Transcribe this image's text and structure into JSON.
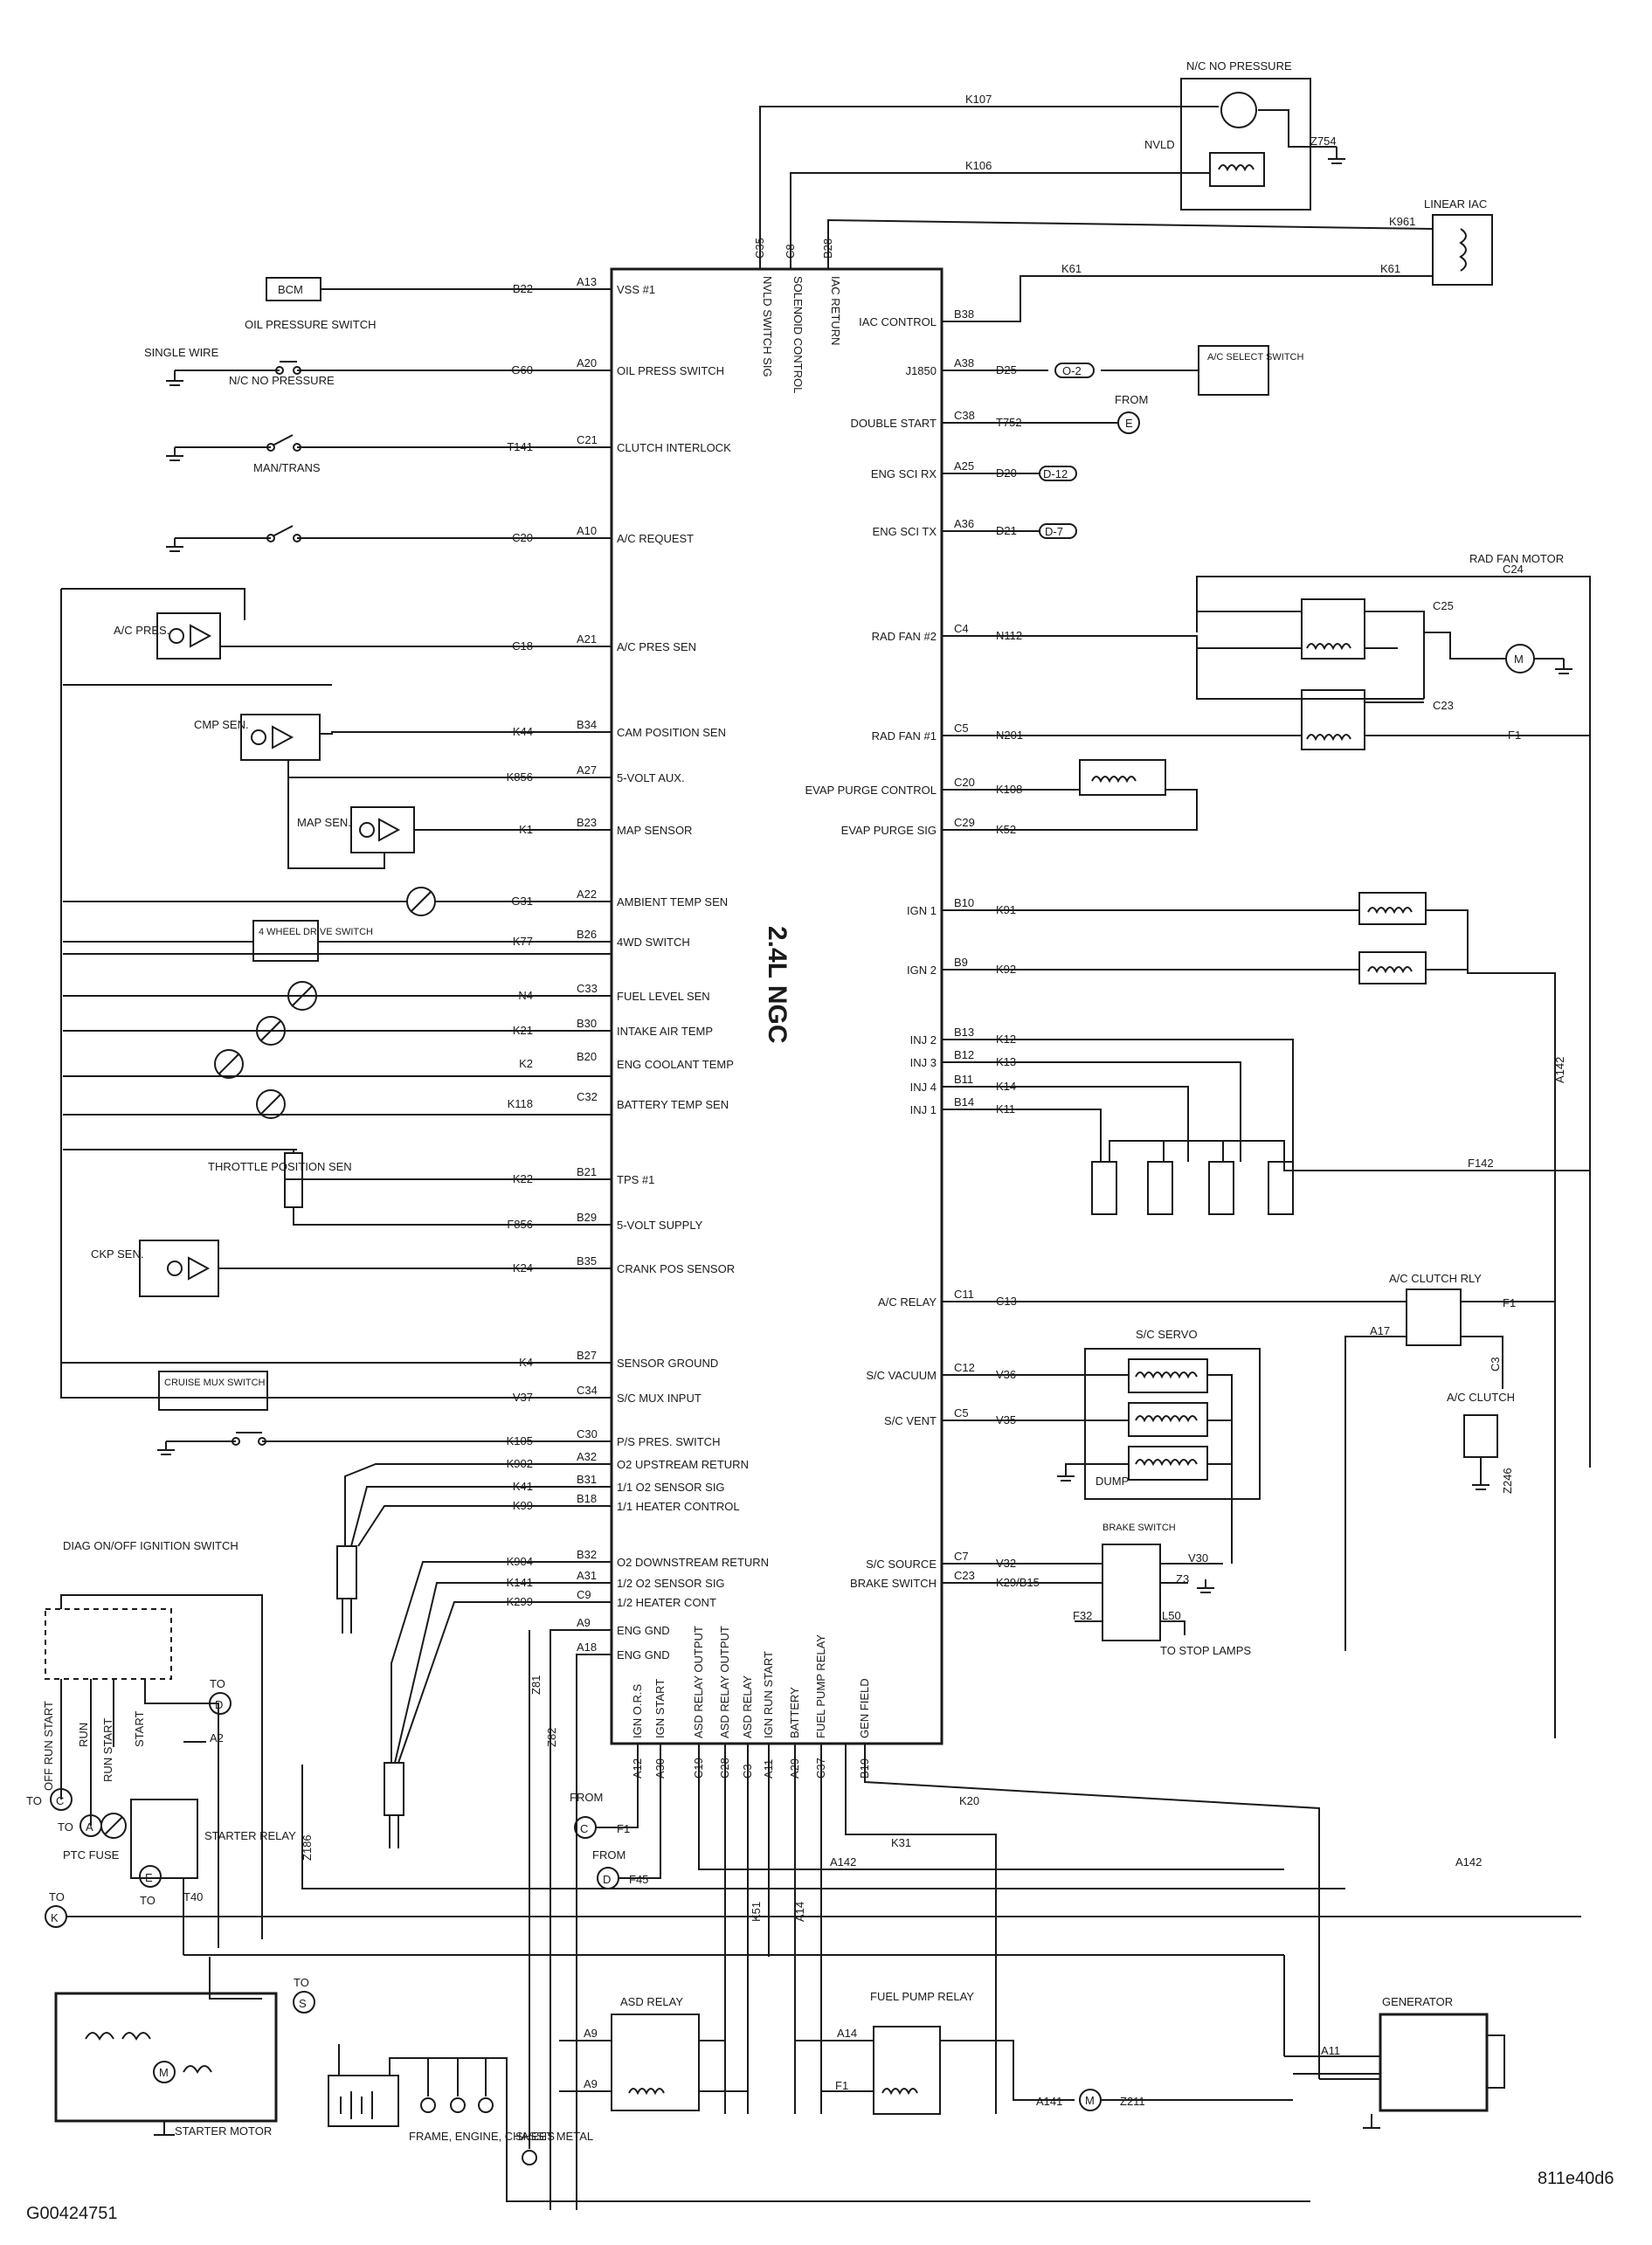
{
  "pcm": {
    "title": "2.4L NGC",
    "left_pins": [
      {
        "cav": "A13",
        "wire": "B22",
        "func": "VSS #1"
      },
      {
        "cav": "A20",
        "wire": "G60",
        "func": "OIL PRESS SWITCH"
      },
      {
        "cav": "C21",
        "wire": "T141",
        "func": "CLUTCH INTERLOCK"
      },
      {
        "cav": "A10",
        "wire": "C20",
        "func": "A/C REQUEST"
      },
      {
        "cav": "A21",
        "wire": "C18",
        "func": "A/C PRES SEN"
      },
      {
        "cav": "B34",
        "wire": "K44",
        "func": "CAM POSITION SEN"
      },
      {
        "cav": "A27",
        "wire": "K856",
        "func": "5-VOLT AUX."
      },
      {
        "cav": "B23",
        "wire": "K1",
        "func": "MAP SENSOR"
      },
      {
        "cav": "A22",
        "wire": "G31",
        "func": "AMBIENT TEMP SEN"
      },
      {
        "cav": "B26",
        "wire": "K77",
        "func": "4WD SWITCH"
      },
      {
        "cav": "C33",
        "wire": "N4",
        "func": "FUEL LEVEL SEN"
      },
      {
        "cav": "B30",
        "wire": "K21",
        "func": "INTAKE AIR TEMP"
      },
      {
        "cav": "B20",
        "wire": "K2",
        "func": "ENG COOLANT TEMP"
      },
      {
        "cav": "C32",
        "wire": "K118",
        "func": "BATTERY TEMP SEN"
      },
      {
        "cav": "B21",
        "wire": "K22",
        "func": "TPS #1"
      },
      {
        "cav": "B29",
        "wire": "F856",
        "func": "5-VOLT SUPPLY"
      },
      {
        "cav": "B35",
        "wire": "K24",
        "func": "CRANK POS SENSOR"
      },
      {
        "cav": "B27",
        "wire": "K4",
        "func": "SENSOR GROUND"
      },
      {
        "cav": "C34",
        "wire": "V37",
        "func": "S/C MUX INPUT"
      },
      {
        "cav": "C30",
        "wire": "K105",
        "func": "P/S PRES. SWITCH"
      },
      {
        "cav": "A32",
        "wire": "K902",
        "func": "O2 UPSTREAM RETURN"
      },
      {
        "cav": "B31",
        "wire": "K41",
        "func": "1/1 O2 SENSOR SIG"
      },
      {
        "cav": "B18",
        "wire": "K99",
        "func": "1/1 HEATER CONTROL"
      },
      {
        "cav": "B32",
        "wire": "K904",
        "func": "O2 DOWNSTREAM RETURN"
      },
      {
        "cav": "A31",
        "wire": "K141",
        "func": "1/2 O2 SENSOR SIG"
      },
      {
        "cav": "C9",
        "wire": "K299",
        "func": "1/2 HEATER CONT"
      },
      {
        "cav": "A9",
        "wire": "",
        "func": "ENG GND"
      },
      {
        "cav": "A18",
        "wire": "",
        "func": "ENG GND"
      }
    ],
    "right_pins": [
      {
        "cav": "B38",
        "wire": "",
        "func": "IAC CONTROL"
      },
      {
        "cav": "A38",
        "wire": "D25",
        "func": "J1850"
      },
      {
        "cav": "C38",
        "wire": "T752",
        "func": "DOUBLE START"
      },
      {
        "cav": "A25",
        "wire": "D20",
        "func": "ENG SCI RX"
      },
      {
        "cav": "A36",
        "wire": "D21",
        "func": "ENG SCI TX"
      },
      {
        "cav": "C4",
        "wire": "N112",
        "func": "RAD FAN #2"
      },
      {
        "cav": "C5",
        "wire": "N201",
        "func": "RAD FAN #1"
      },
      {
        "cav": "C20",
        "wire": "K108",
        "func": "EVAP PURGE CONTROL"
      },
      {
        "cav": "C29",
        "wire": "K52",
        "func": "EVAP PURGE SIG"
      },
      {
        "cav": "B10",
        "wire": "K91",
        "func": "IGN 1"
      },
      {
        "cav": "B9",
        "wire": "K92",
        "func": "IGN 2"
      },
      {
        "cav": "B13",
        "wire": "K12",
        "func": "INJ 2"
      },
      {
        "cav": "B12",
        "wire": "K13",
        "func": "INJ 3"
      },
      {
        "cav": "B11",
        "wire": "K14",
        "func": "INJ 4"
      },
      {
        "cav": "B14",
        "wire": "K11",
        "func": "INJ 1"
      },
      {
        "cav": "C11",
        "wire": "C13",
        "func": "A/C RELAY"
      },
      {
        "cav": "C12",
        "wire": "V36",
        "func": "S/C VACUUM"
      },
      {
        "cav": "C5",
        "wire": "V35",
        "func": "S/C VENT"
      },
      {
        "cav": "C7",
        "wire": "V32",
        "func": "S/C SOURCE"
      },
      {
        "cav": "C23",
        "wire": "K29/B15",
        "func": "BRAKE SWITCH"
      }
    ],
    "top_pins": [
      {
        "cav": "C35",
        "func": "NVLD SWITCH SIG"
      },
      {
        "cav": "C8",
        "func": "SOLENOID CONTROL"
      },
      {
        "cav": "B28",
        "func": "IAC RETURN"
      }
    ],
    "bottom_pins": [
      {
        "cav": "A12",
        "func": "IGN O.R.S"
      },
      {
        "cav": "A30",
        "func": "IGN START"
      },
      {
        "cav": "C19",
        "func": "ASD RELAY OUTPUT"
      },
      {
        "cav": "C28",
        "func": "ASD RELAY OUTPUT"
      },
      {
        "cav": "C3",
        "func": "ASD RELAY"
      },
      {
        "cav": "A11",
        "func": "IGN RUN START"
      },
      {
        "cav": "A29",
        "func": "BATTERY"
      },
      {
        "cav": "C37",
        "func": "FUEL PUMP RELAY"
      },
      {
        "cav": "B19",
        "func": "GEN FIELD"
      }
    ]
  },
  "components": {
    "bcm": "BCM",
    "nvld_title": "N/C NO PRESSURE",
    "nvld": "NVLD",
    "z754": "Z754",
    "linear_iac": "LINEAR IAC",
    "oil_switch": "OIL PRESSURE SWITCH",
    "single_wire": "SINGLE WIRE",
    "nc_no_pressure": "N/C NO PRESSURE",
    "man_trans": "MAN/TRANS",
    "ac_pres": "A/C PRES.",
    "cmp_sen": "CMP SEN.",
    "map_sen": "MAP SEN.",
    "four_wd": "4 WHEEL DRIVE SWITCH",
    "throttle": "THROTTLE POSITION SEN",
    "ckp_sen": "CKP SEN.",
    "cruise_mux": "CRUISE MUX SWITCH",
    "ac_select": "A/C SELECT SWITCH",
    "from": "FROM",
    "conn_e": "E",
    "conn_d12": "D-12",
    "conn_d7": "D-7",
    "conn_o2": "O-2",
    "rad_fan_motor": "RAD FAN MOTOR",
    "c24": "C24",
    "c25": "C25",
    "c23": "C23",
    "f1": "F1",
    "a142": "A142",
    "f142": "F142",
    "ac_clutch_rly": "A/C CLUTCH RLY",
    "a17": "A17",
    "c3": "C3",
    "ac_clutch": "A/C CLUTCH",
    "z246": "Z246",
    "sc_servo": "S/C SERVO",
    "dump": "DUMP",
    "brake_switch": "BRAKE SWITCH",
    "v30": "V30",
    "z3": "Z3",
    "f32": "F32",
    "l50": "L50",
    "to_stop": "TO STOP LAMPS",
    "diag": "DIAG ON/OFF IGNITION SWITCH",
    "off_run_start": "OFF RUN START",
    "run": "RUN",
    "run_start": "RUN START",
    "start": "START",
    "to": "TO",
    "a2": "A2",
    "starter_relay": "STARTER RELAY",
    "ptc_fuse": "PTC FUSE",
    "t40": "T40",
    "z186": "Z186",
    "z81": "Z81",
    "z82": "Z82",
    "f45": "F45",
    "k20": "K20",
    "k31": "K31",
    "k51": "K51",
    "a14": "A14",
    "asd_relay": "ASD RELAY",
    "a9": "A9",
    "fuel_pump_relay": "FUEL PUMP RELAY",
    "a141": "A141",
    "z211": "Z211",
    "generator": "GENERATOR",
    "a11": "A11",
    "starter_motor": "STARTER MOTOR",
    "frame": "FRAME, ENGINE, CHASSIS",
    "sheet_metal": "SHEET METAL",
    "k107": "K107",
    "k106": "K106",
    "k961": "K961",
    "k61": "K61",
    "ign_c": "C",
    "ign_a": "A",
    "ign_d": "D",
    "ign_e": "E",
    "ign_k": "K",
    "ign_s": "S"
  },
  "footer": {
    "left": "G00424751",
    "right": "811e40d6"
  }
}
